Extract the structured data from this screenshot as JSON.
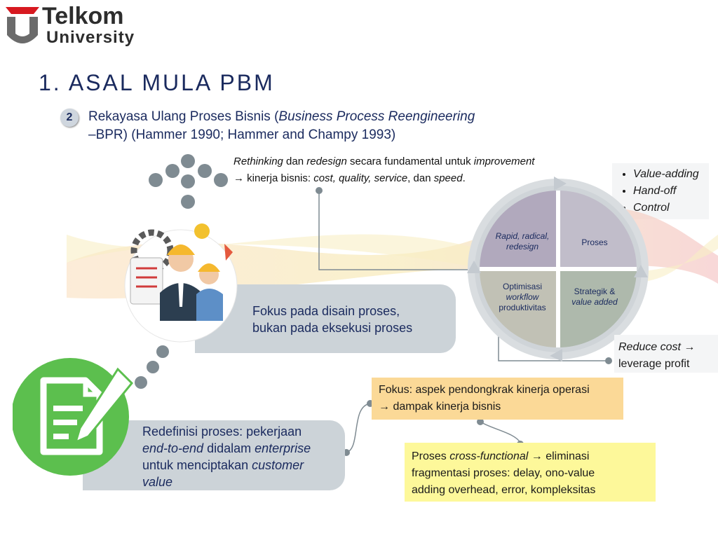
{
  "logo": {
    "word1": "Telkom",
    "word2": "University",
    "colors": {
      "red": "#d71920",
      "gray": "#5a5a5a"
    }
  },
  "title": "1. ASAL MULA PBM",
  "step": {
    "number": "2",
    "subtitle_plain": "Rekayasa Ulang Proses Bisnis (",
    "subtitle_italic": "Business Process Reengineering",
    "subtitle_rest": "–BPR) (Hammer 1990; Hammer and Champy 1993)"
  },
  "rethink": {
    "w1": "Rethinking",
    "w2": " dan ",
    "w3": "redesign",
    "w4": " secara fundamental untuk ",
    "w5": "improvement",
    "arrow": "→",
    "w6": " kinerja bisnis: ",
    "w7": "cost, quality, service",
    "w8": ", dan ",
    "w9": "speed",
    "w10": "."
  },
  "bullets": [
    "Value-adding",
    "Hand-off",
    "Control"
  ],
  "cycle": {
    "q1_line1": "Rapid, radical,",
    "q1_line2": "redesign",
    "q2": "Proses",
    "q3_line1": "Optimisasi",
    "q3_line2": "workflow",
    "q3_line3": "produktivitas",
    "q4_line1": "Strategik &",
    "q4_line2": "value added"
  },
  "fokus": {
    "line1": "Fokus pada disain proses,",
    "line2": "bukan pada eksekusi proses"
  },
  "reduce": {
    "italic": "Reduce cost",
    "arrow": "→",
    "rest": "leverage profit"
  },
  "redef": {
    "l1": "Redefinisi proses: pekerjaan",
    "l2a": "end-to-end",
    "l2b": " didalam ",
    "l2c": "enterprise",
    "l3a": "untuk menciptakan ",
    "l3b": "customer",
    "l4": "value"
  },
  "fokus2": {
    "line1": "Fokus: aspek pendongkrak kinerja operasi",
    "arrow": "→",
    "line2": " dampak kinerja bisnis"
  },
  "proses": {
    "a": "Proses ",
    "b": "cross-functional",
    "arrow": "→",
    "c": " eliminasi",
    "line2": "fragmentasi proses: delay, ono-value",
    "line3": "adding overhead, error, kompleksitas"
  },
  "colors": {
    "navy": "#1a2a5e",
    "gray_box": "#ccd3d8",
    "orange_box": "#fbd997",
    "yellow_box": "#fdf89a",
    "dot": "#7f8b92",
    "green": "#5cbf4e"
  }
}
